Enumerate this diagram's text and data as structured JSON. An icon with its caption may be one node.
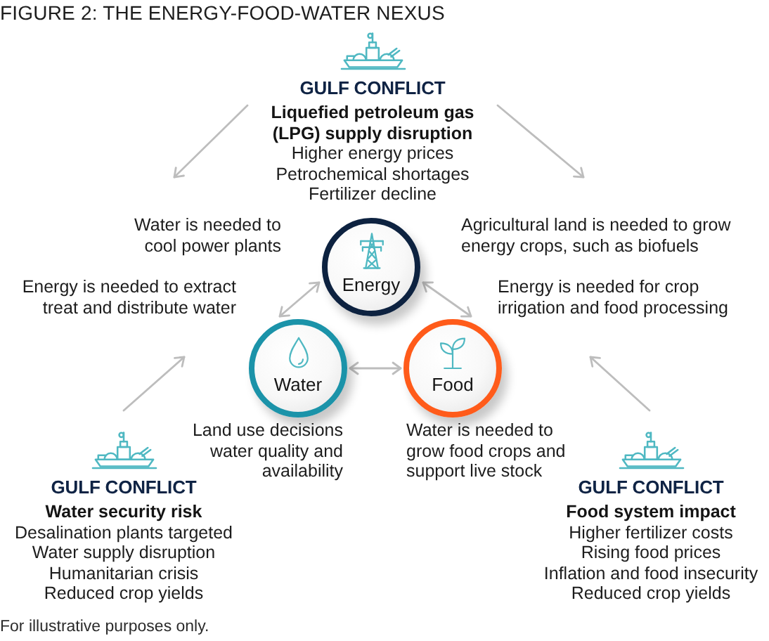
{
  "diagram": {
    "title": "FIGURE 2: THE ENERGY-FOOD-WATER NEXUS",
    "caption": "For illustrative purposes only.",
    "nodes": [
      {
        "text": [
          "GULF CONFLICT",
          "Liquefied petroleum gas (LPG) supply disruption",
          "Higher energy prices",
          "Petrochemical shortages",
          "Fertilizer decline"
        ]
      },
      {
        "text": [
          "Energy"
        ]
      },
      {
        "text": [
          "Water"
        ]
      },
      {
        "text": [
          "Food"
        ]
      },
      {
        "text": [
          "GULF CONFLICT",
          "Water security risk",
          "Desalination plants targeted",
          "Water supply disruption",
          "Humanitarian crisis",
          "Reduced crop yields"
        ]
      },
      {
        "text": [
          "GULF CONFLICT",
          "Food system impact",
          "Higher fertilizer costs",
          "Rising food prices",
          "Inflation and food insecurity",
          "Reduced crop yields"
        ]
      }
    ],
    "edges": [
      {
        "from": 0,
        "to": null,
        "arrow": "to"
      },
      {
        "from": 0,
        "to": null,
        "arrow": "to"
      },
      {
        "from": 1,
        "to": 2,
        "arrow": "both"
      },
      {
        "from": 1,
        "to": 3,
        "arrow": "both"
      },
      {
        "from": 2,
        "to": 3,
        "arrow": "both"
      },
      {
        "from": 4,
        "to": null,
        "arrow": "to"
      },
      {
        "from": 5,
        "to": null,
        "arrow": "to"
      }
    ],
    "labels": [
      "Water is needed to cool power plants",
      "Agricultural land is needed to grow energy crops, such as biofuels",
      "Energy is needed to extract treat and distribute water",
      "Energy is needed for crop irrigation and food processing",
      "Land use decisions water quality and availability",
      "Water is needed to grow food crops and support live stock"
    ]
  }
}
